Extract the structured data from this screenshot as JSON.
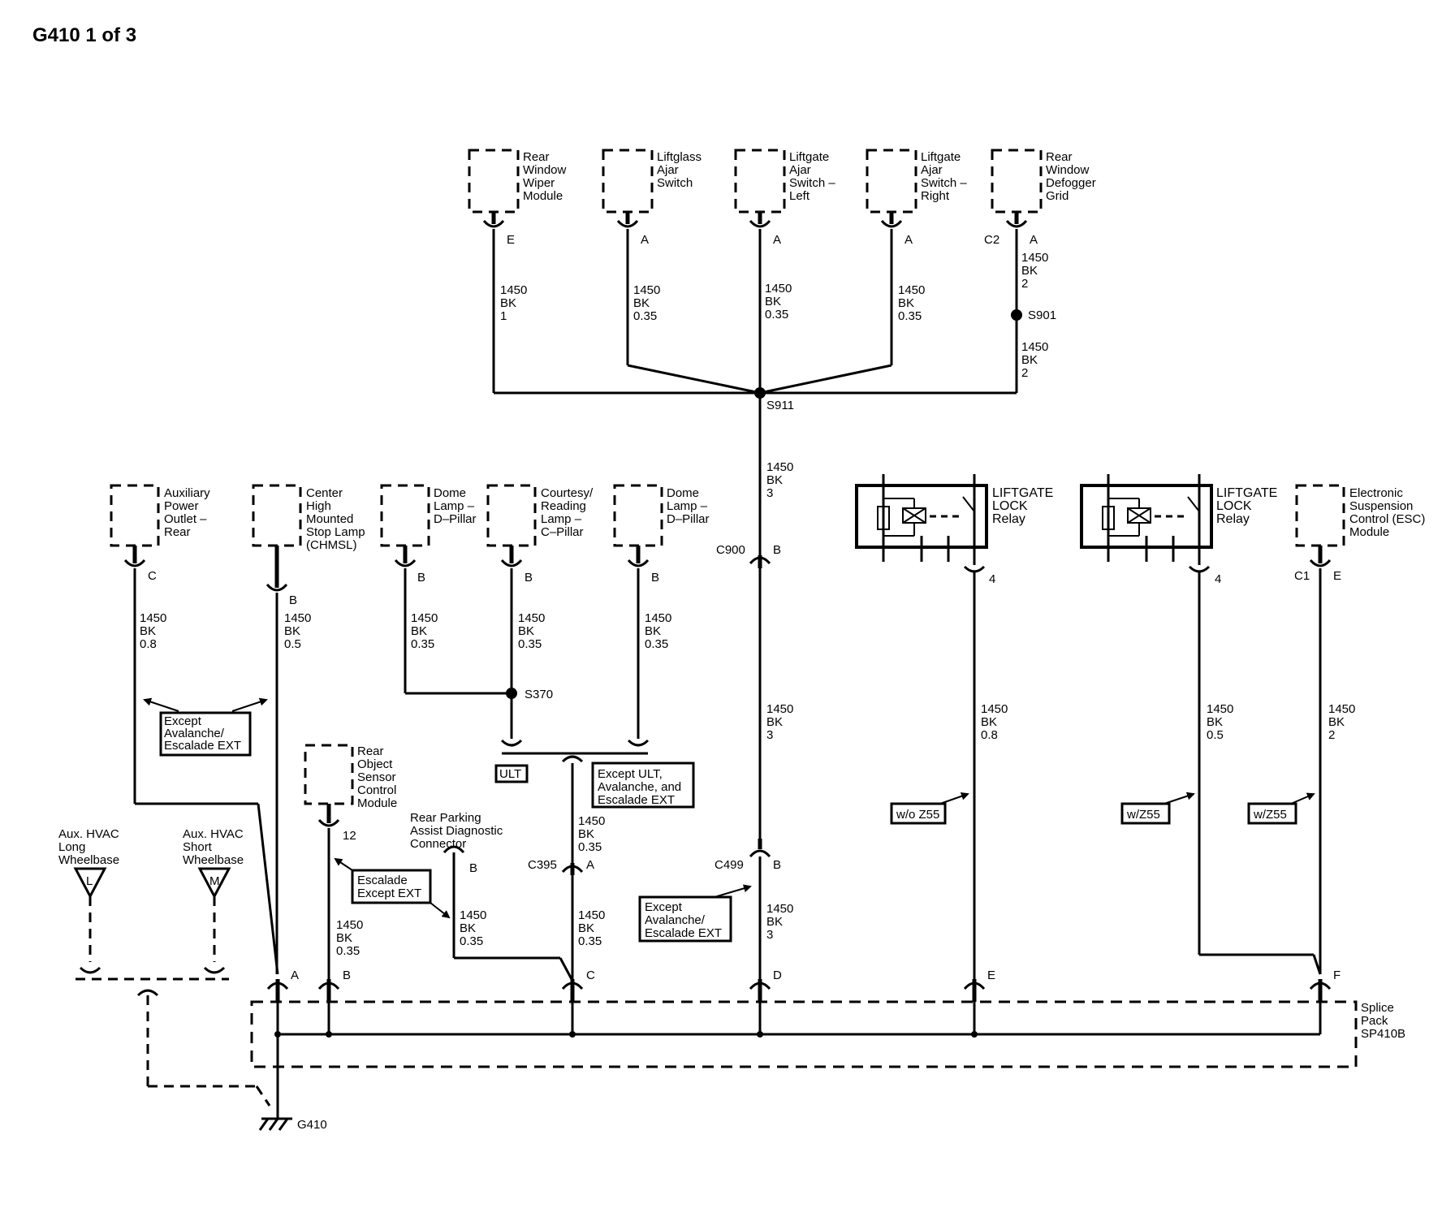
{
  "title": "G410 1 of 3",
  "components": {
    "rear_wiper": [
      "Rear",
      "Window",
      "Wiper",
      "Module"
    ],
    "liftglass_ajar": [
      "Liftglass",
      "Ajar",
      "Switch"
    ],
    "liftgate_ajar_left": [
      "Liftgate",
      "Ajar",
      "Switch –",
      "Left"
    ],
    "liftgate_ajar_right": [
      "Liftgate",
      "Ajar",
      "Switch –",
      "Right"
    ],
    "rear_defogger": [
      "Rear",
      "Window",
      "Defogger",
      "Grid"
    ],
    "aux_power": [
      "Auxiliary",
      "Power",
      "Outlet –",
      "Rear"
    ],
    "chmsl": [
      "Center",
      "High",
      "Mounted",
      "Stop Lamp",
      "(CHMSL)"
    ],
    "dome_lamp_1": [
      "Dome",
      "Lamp –",
      "D–Pillar"
    ],
    "courtesy_lamp": [
      "Courtesy/",
      "Reading",
      "Lamp –",
      "C–Pillar"
    ],
    "dome_lamp_2": [
      "Dome",
      "Lamp –",
      "D–Pillar"
    ],
    "liftgate_relay_1": [
      "LIFTGATE",
      "LOCK",
      "Relay"
    ],
    "liftgate_relay_2": [
      "LIFTGATE",
      "LOCK",
      "Relay"
    ],
    "esc_module": [
      "Electronic",
      "Suspension",
      "Control (ESC)",
      "Module"
    ],
    "rear_object_sensor": [
      "Rear",
      "Object",
      "Sensor",
      "Control",
      "Module"
    ],
    "rear_parking_connector": [
      "Rear Parking",
      "Assist Diagnostic",
      "Connector"
    ],
    "aux_hvac_long": [
      "Aux. HVAC",
      "Long",
      "Wheelbase"
    ],
    "aux_hvac_short": [
      "Aux. HVAC",
      "Short",
      "Wheelbase"
    ],
    "splice_pack": [
      "Splice",
      "Pack",
      "SP410B"
    ]
  },
  "pins": {
    "e": "E",
    "a": "A",
    "c2": "C2",
    "c": "C",
    "b": "B",
    "d": "D",
    "f": "F",
    "c1": "C1",
    "four": "4",
    "twelve": "12"
  },
  "symbols": {
    "hvac_long": "L",
    "hvac_short": "M"
  },
  "wires": {
    "bk1": [
      "1450",
      "BK",
      "1"
    ],
    "bk035": [
      "1450",
      "BK",
      "0.35"
    ],
    "bk2": [
      "1450",
      "BK",
      "2"
    ],
    "bk3": [
      "1450",
      "BK",
      "3"
    ],
    "bk08": [
      "1450",
      "BK",
      "0.8"
    ],
    "bk05": [
      "1450",
      "BK",
      "0.5"
    ]
  },
  "splices": {
    "s901": "S901",
    "s911": "S911",
    "s370": "S370"
  },
  "connectors": {
    "c900": "C900",
    "c395": "C395",
    "c499": "C499"
  },
  "ground": "G410",
  "notes": {
    "except_avalanche_1": [
      "Except",
      "Avalanche/",
      "Escalade EXT"
    ],
    "ult": "ULT",
    "except_ult": [
      "Except ULT,",
      "Avalanche, and",
      "Escalade EXT"
    ],
    "escalade": [
      "Escalade",
      "Except EXT"
    ],
    "except_avalanche_2": [
      "Except",
      "Avalanche/",
      "Escalade EXT"
    ],
    "wo_z55": "w/o Z55",
    "w_z55": "w/Z55"
  }
}
